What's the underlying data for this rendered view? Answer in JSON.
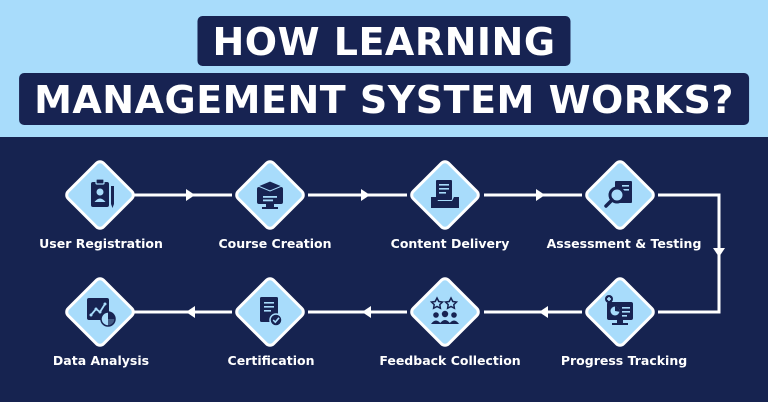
{
  "title": {
    "line1": "HOW LEARNING",
    "line2": "MANAGEMENT SYSTEM WORKS?"
  },
  "colors": {
    "header_bg": "#a8dcfb",
    "title_bg": "#172352",
    "panel_bg": "#162350",
    "diamond": "#a8dcfb",
    "connector": "#ffffff",
    "icon": "#172352"
  },
  "steps": [
    {
      "label": "User Registration",
      "icon": "id-badge-icon"
    },
    {
      "label": "Course Creation",
      "icon": "graduation-monitor-icon"
    },
    {
      "label": "Content Delivery",
      "icon": "document-tray-icon"
    },
    {
      "label": "Assessment & Testing",
      "icon": "magnifier-document-icon"
    },
    {
      "label": "Progress Tracking",
      "icon": "progress-monitor-icon"
    },
    {
      "label": "Feedback Collection",
      "icon": "star-rating-people-icon"
    },
    {
      "label": "Certification",
      "icon": "certificate-icon"
    },
    {
      "label": "Data Analysis",
      "icon": "chart-analysis-icon"
    }
  ]
}
